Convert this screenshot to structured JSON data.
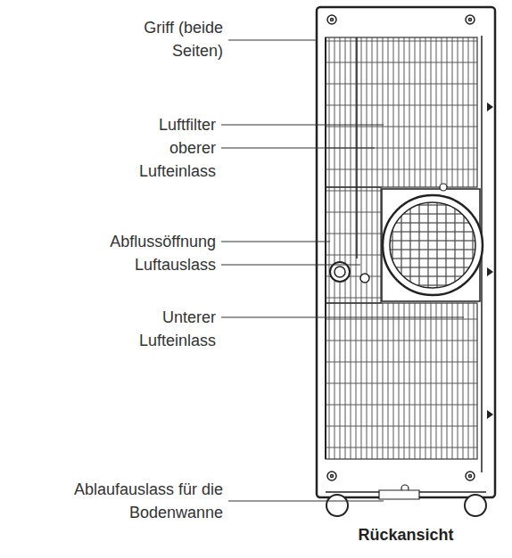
{
  "diagram": {
    "caption": "Rückansicht",
    "labels": [
      "Griff (beide Seiten)",
      "Luftfilter",
      "oberer Lufteinlass",
      "Abflussöffnung",
      "Luftauslass",
      "Unterer Lufteinlass",
      "Ablaufauslass für die Bodenwanne"
    ]
  }
}
